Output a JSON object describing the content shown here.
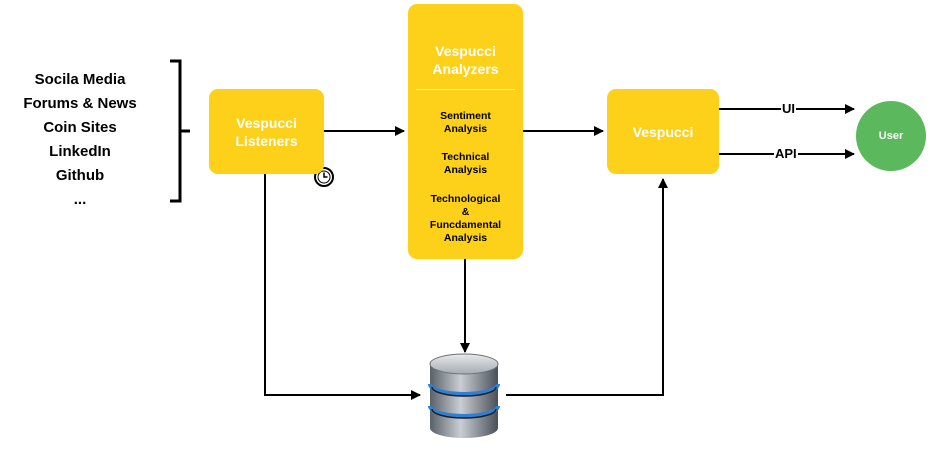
{
  "sources": {
    "items": [
      "Socila Media",
      "Forums & News",
      "Coin Sites",
      "LinkedIn",
      "Github",
      "..."
    ]
  },
  "listeners": {
    "label_line1": "Vespucci",
    "label_line2": "Listeners"
  },
  "analyzers": {
    "title_line1": "Vespucci",
    "title_line2": "Analyzers",
    "steps": [
      {
        "line1": "Sentiment",
        "line2": "Analysis"
      },
      {
        "line1": "Technical",
        "line2": "Analysis"
      },
      {
        "line1": "Technological",
        "line2": "&",
        "line3": "Funcdamental",
        "line4": "Analysis"
      }
    ]
  },
  "vespucci": {
    "label": "Vespucci"
  },
  "user": {
    "label": "User"
  },
  "edges": {
    "ui_label": "UI",
    "api_label": "API"
  },
  "colors": {
    "box": "#fdd11a",
    "user": "#5cb85c",
    "line": "#000000"
  },
  "icons": {
    "clock": "clock-icon",
    "database": "database-icon"
  }
}
